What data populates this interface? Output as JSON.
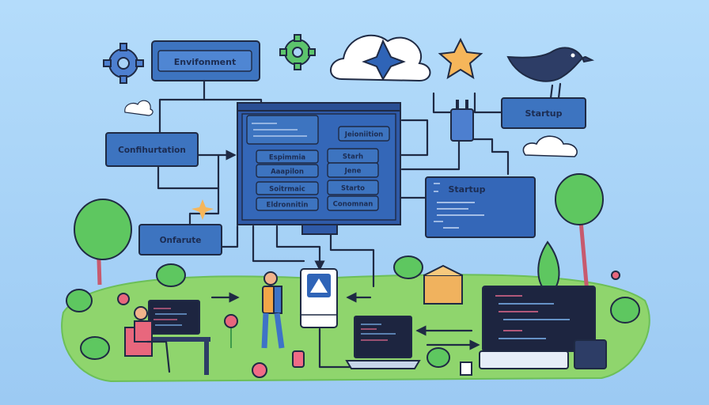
{
  "boxes": {
    "environment": "Envifonment",
    "configuration": "Confihurtation",
    "onfurute": "Onfarute",
    "startup_top": "Startup",
    "startup_panel_title": "Startup"
  },
  "main_panel": {
    "left_buttons": [
      "Espimmia",
      "Aaapilon",
      "Soitrmaic",
      "Eldronnitin"
    ],
    "right_buttons": [
      "Jeioniition",
      "Starh",
      "Jene",
      "Starto",
      "Conomnan"
    ]
  },
  "colors": {
    "background": "#a9d3f7",
    "box_fill": "#3d74c0",
    "panel_fill": "#2f5aa8",
    "ground": "#8fd56d",
    "accent_star": "#f6b65a"
  },
  "icons": [
    "gear-icon",
    "cloud-icon",
    "star-icon",
    "bird-icon",
    "plug-icon",
    "tree-icon",
    "laptop-icon",
    "monitor-icon",
    "person-icon",
    "flower-icon",
    "device-icon"
  ]
}
